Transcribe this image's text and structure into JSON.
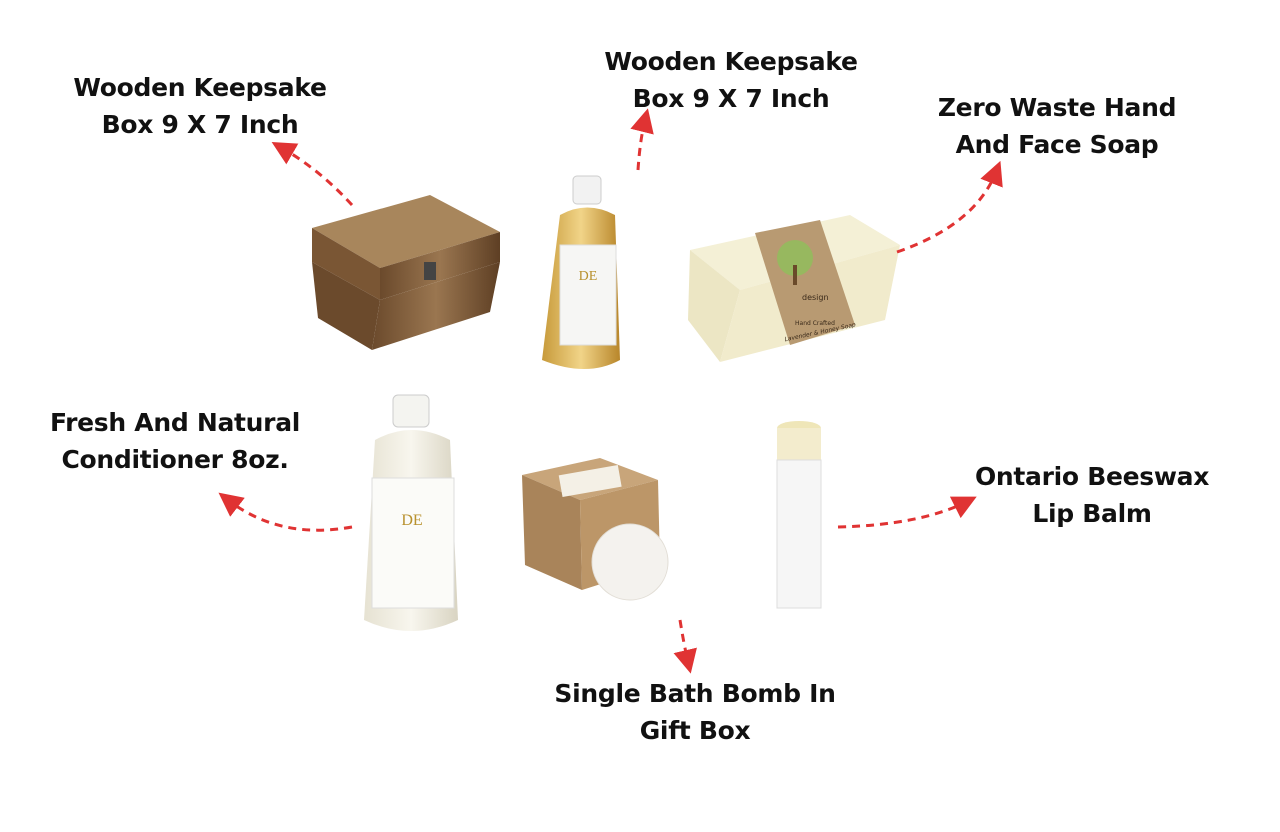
{
  "accent_color": "#e03333",
  "callouts": [
    {
      "line1": "Wooden Keepsake",
      "line2": "Box 9 X 7 Inch"
    },
    {
      "line1": "Wooden Keepsake",
      "line2": "Box 9 X 7 Inch"
    },
    {
      "line1": "Zero Waste Hand",
      "line2": "And Face Soap"
    },
    {
      "line1": "Fresh And Natural",
      "line2": "Conditioner 8oz."
    },
    {
      "line1": "Ontario Beeswax",
      "line2": "Lip Balm"
    },
    {
      "line1": "Single Bath Bomb In",
      "line2": "Gift Box"
    }
  ],
  "product_labels": {
    "soap_brand": "design",
    "soap_line1": "Hand Crafted",
    "soap_line2": "Lavender & Honey Soap"
  }
}
